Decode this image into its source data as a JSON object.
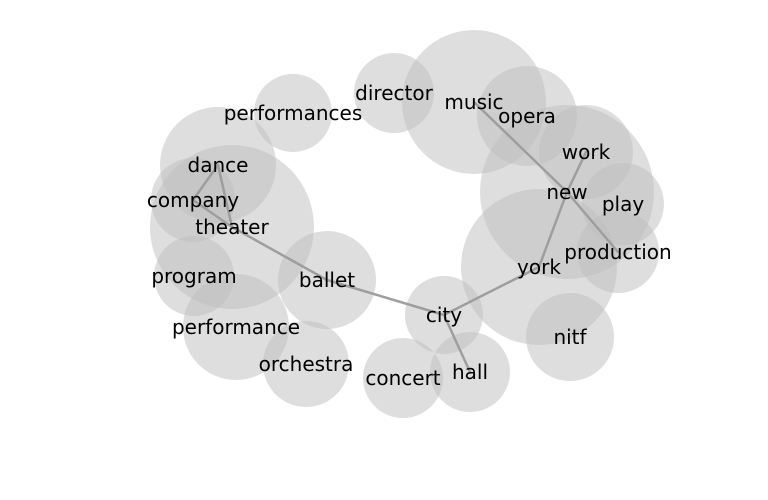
{
  "nodes": [
    {
      "id": "director",
      "label": "director"
    },
    {
      "id": "music",
      "label": "music"
    },
    {
      "id": "opera",
      "label": "opera"
    },
    {
      "id": "performances",
      "label": "performances"
    },
    {
      "id": "work",
      "label": "work"
    },
    {
      "id": "dance",
      "label": "dance"
    },
    {
      "id": "new",
      "label": "new"
    },
    {
      "id": "company",
      "label": "company"
    },
    {
      "id": "play",
      "label": "play"
    },
    {
      "id": "theater",
      "label": "theater"
    },
    {
      "id": "production",
      "label": "production"
    },
    {
      "id": "york",
      "label": "york"
    },
    {
      "id": "program",
      "label": "program"
    },
    {
      "id": "ballet",
      "label": "ballet"
    },
    {
      "id": "city",
      "label": "city"
    },
    {
      "id": "performance",
      "label": "performance"
    },
    {
      "id": "nitf",
      "label": "nitf"
    },
    {
      "id": "orchestra",
      "label": "orchestra"
    },
    {
      "id": "concert",
      "label": "concert"
    },
    {
      "id": "hall",
      "label": "hall"
    }
  ],
  "edges": [
    [
      "dance",
      "company"
    ],
    [
      "dance",
      "theater"
    ],
    [
      "company",
      "theater"
    ],
    [
      "theater",
      "ballet"
    ],
    [
      "ballet",
      "city"
    ],
    [
      "city",
      "york"
    ],
    [
      "york",
      "new"
    ],
    [
      "new",
      "work"
    ],
    [
      "new",
      "music"
    ],
    [
      "new",
      "production"
    ],
    [
      "city",
      "hall"
    ]
  ],
  "colors": {
    "bubble": "#bdbdbd",
    "edge": "#9e9e9e",
    "text": "#000000"
  }
}
